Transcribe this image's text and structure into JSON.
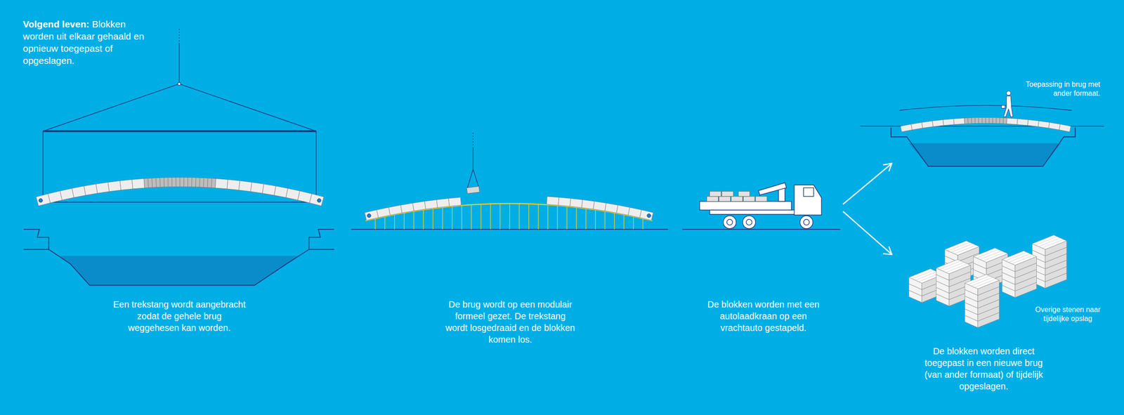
{
  "diagram": {
    "title": "Volgend leven:",
    "labels": [
      "Blokken worden uit elkaar gehaald en opnieuw toegepast of opgeslagen.",
      "Een trekstang wordt aangebracht zodat de gehele brug weggehesen kan worden.",
      "De brug wordt op een modulair formeel gezet. De trekstang wordt losgedraaid en de blokken komen los.",
      "De blokken worden met een autolaadkraan op een vrachtauto gestapeld.",
      "Toepassing in brug met ander formaat.",
      "Overige stenen naar tijdelijke opslag",
      "De blokken worden direct toegepast in een nieuwe brug (van ander formaat) of tijdelijk opgeslagen."
    ]
  }
}
